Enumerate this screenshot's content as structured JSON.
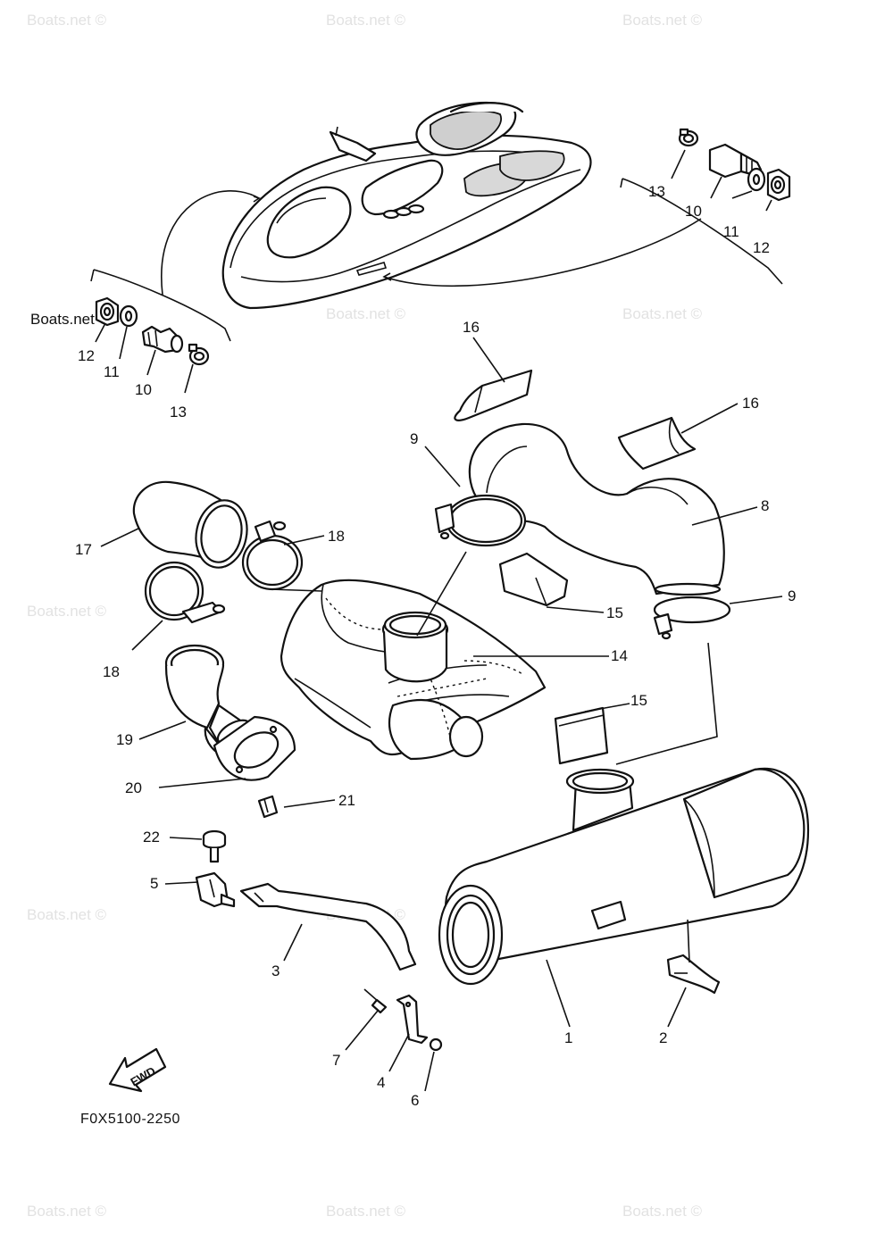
{
  "watermark": "Boats.net ©",
  "figure_code": "F0X5100-2250",
  "fwd_label": "FWD",
  "callouts": {
    "c1": "1",
    "c2": "2",
    "c3": "3",
    "c4": "4",
    "c5": "5",
    "c6": "6",
    "c7": "7",
    "c8": "8",
    "c9a": "9",
    "c9b": "9",
    "c10a": "10",
    "c10b": "10",
    "c11a": "11",
    "c11b": "11",
    "c12a": "12",
    "c12b": "12",
    "c13a": "13",
    "c13b": "13",
    "c14": "14",
    "c15a": "15",
    "c15b": "15",
    "c16a": "16",
    "c16b": "16",
    "c17": "17",
    "c18a": "18",
    "c18b": "18",
    "c19": "19",
    "c20": "20",
    "c21": "21",
    "c22": "22"
  }
}
